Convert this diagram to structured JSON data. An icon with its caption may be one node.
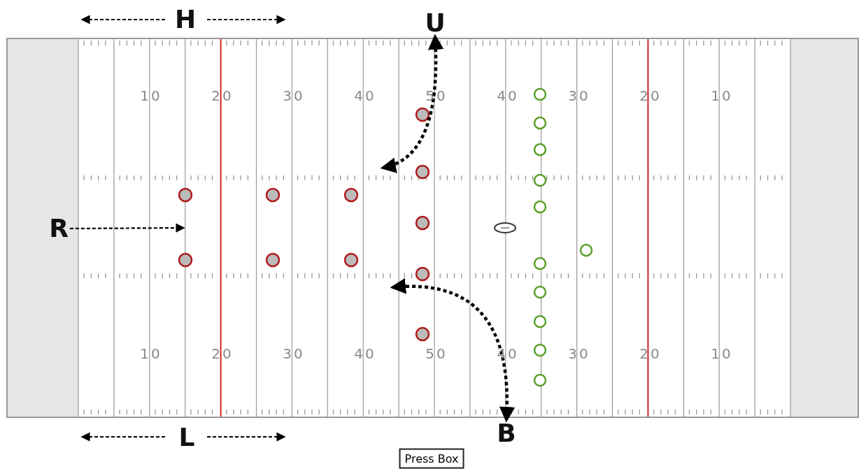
{
  "diagram": {
    "nodes": [
      {
        "text": [
          "U"
        ]
      },
      {
        "text": [
          "R"
        ]
      },
      {
        "text": [
          "B"
        ]
      },
      {
        "text": [
          "Press Box"
        ]
      }
    ],
    "edges": [
      {
        "from": null,
        "to": 0,
        "arrow": "both",
        "style": "dashed"
      },
      {
        "from": 1,
        "to": null,
        "arrow": "to",
        "style": "dashed"
      },
      {
        "from": null,
        "to": 2,
        "arrow": "both",
        "style": "dashed"
      }
    ],
    "labels": [
      "H",
      "10",
      "20",
      "30",
      "40",
      "50",
      "40",
      "30",
      "20",
      "10",
      "10",
      "20",
      "30",
      "40",
      "50",
      "40",
      "30",
      "20",
      "10",
      "L"
    ]
  }
}
